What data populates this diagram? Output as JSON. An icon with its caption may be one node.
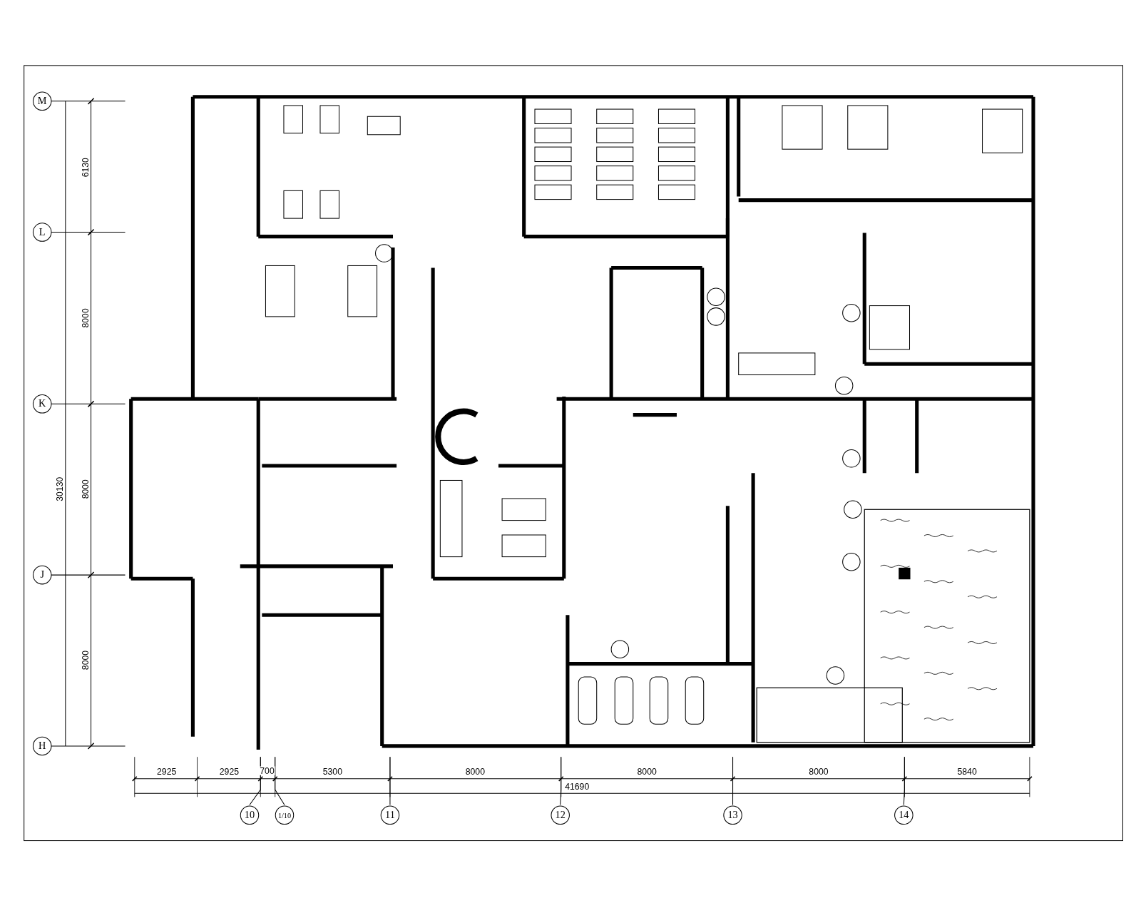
{
  "diagram": {
    "nodes": [
      {
        "text": [
          "M"
        ]
      },
      {
        "text": [
          "L"
        ]
      },
      {
        "text": [
          "K"
        ]
      },
      {
        "text": [
          "J"
        ]
      },
      {
        "text": [
          "H"
        ]
      },
      {
        "text": [
          "10"
        ]
      },
      {
        "text": [
          "1/10"
        ]
      },
      {
        "text": [
          "11"
        ]
      },
      {
        "text": [
          "12"
        ]
      },
      {
        "text": [
          "13"
        ]
      },
      {
        "text": [
          "14"
        ]
      }
    ],
    "labels": [
      "6130",
      "8000",
      "30130",
      "8000",
      "8000",
      "2925",
      "2925",
      "700",
      "5300",
      "8000",
      "8000",
      "8000",
      "5840",
      "41690"
    ]
  }
}
